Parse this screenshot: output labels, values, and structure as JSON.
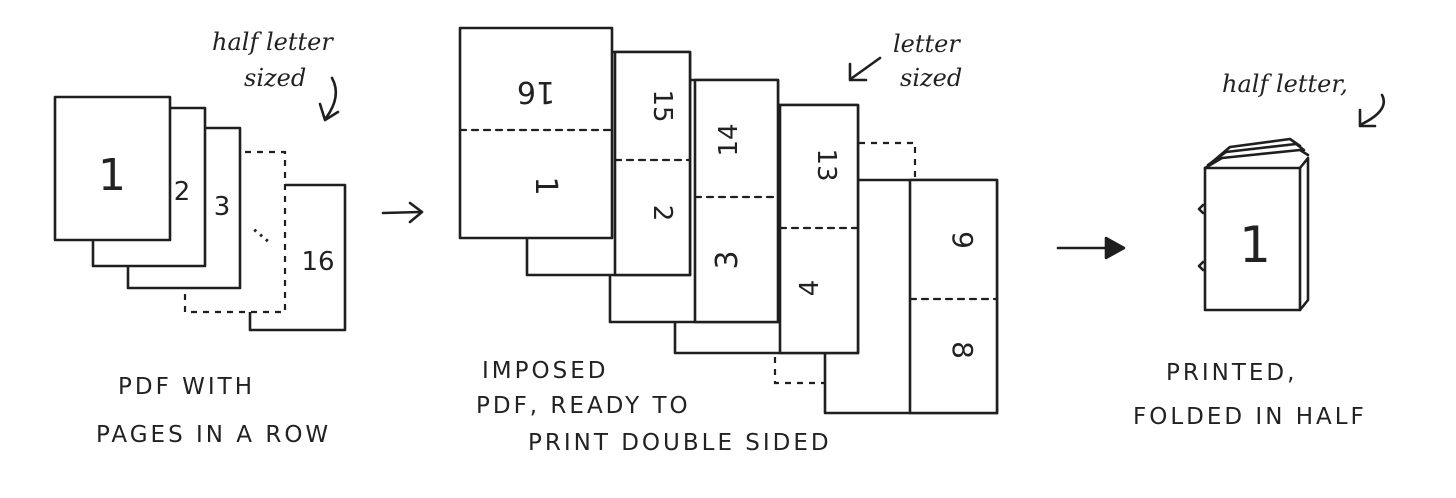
{
  "annotations": {
    "half_letter_sized_line1": "half letter",
    "half_letter_sized_line2": "sized",
    "letter_sized_line1": "letter",
    "letter_sized_line2": "sized",
    "half_letter": "half letter,"
  },
  "captions": {
    "pdf_line1": "PDF WITH",
    "pdf_line2": "PAGES IN A ROW",
    "imposed_line1": "IMPOSED",
    "imposed_line2": "PDF, READY TO",
    "imposed_line3": "PRINT DOUBLE SIDED",
    "printed_line1": "PRINTED,",
    "printed_line2": "FOLDED IN HALF"
  },
  "pages": {
    "p1": "1",
    "p2": "2",
    "p3": "3",
    "ellipsis": "...",
    "p16": "16"
  },
  "imposed": {
    "s1_top": "16",
    "s1_bottom": "1",
    "s2_top": "15",
    "s2_bottom": "2",
    "s3_top": "14",
    "s3_bottom": "3",
    "s4_top": "13",
    "s4_bottom": "4",
    "s5_top": "9",
    "s5_bottom": "8"
  },
  "booklet": {
    "cover": "1"
  }
}
